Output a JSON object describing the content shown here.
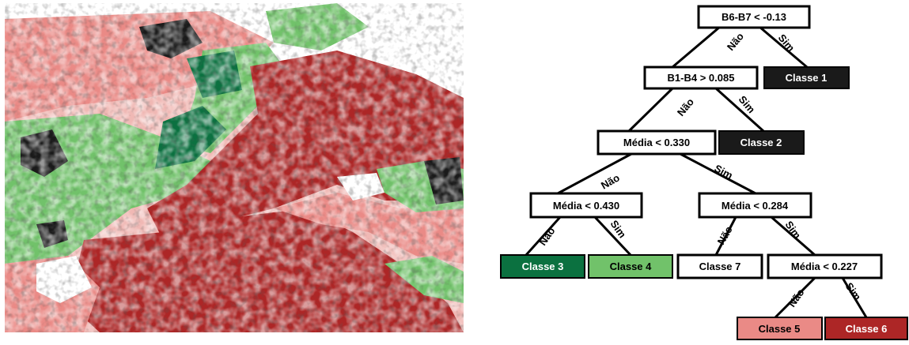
{
  "map": {
    "legend_classes": [
      {
        "class": "Classe 1",
        "color": "#1a1a1a"
      },
      {
        "class": "Classe 2",
        "color": "#1a1a1a"
      },
      {
        "class": "Classe 3",
        "color": "#0b7140"
      },
      {
        "class": "Classe 4",
        "color": "#71c26a"
      },
      {
        "class": "Classe 5",
        "color": "#ea8a86"
      },
      {
        "class": "Classe 6",
        "color": "#ad2626"
      },
      {
        "class": "Classe 7",
        "color": "#ffffff"
      }
    ]
  },
  "tree": {
    "nodes": {
      "n1": {
        "label": "B6-B7 < -0.13"
      },
      "n2": {
        "label": "B1-B4 > 0.085"
      },
      "n3": {
        "label": "Média < 0.330"
      },
      "n4": {
        "label": "Média < 0.430"
      },
      "n5": {
        "label": "Média < 0.284"
      },
      "n6": {
        "label": "Média < 0.227"
      }
    },
    "leaves": {
      "c1": {
        "label": "Classe 1",
        "fill": "#1a1a1a",
        "text_color": "#ffffff"
      },
      "c2": {
        "label": "Classe 2",
        "fill": "#1a1a1a",
        "text_color": "#ffffff"
      },
      "c3": {
        "label": "Classe 3",
        "fill": "#0b7140",
        "text_color": "#ffffff"
      },
      "c4": {
        "label": "Classe 4",
        "fill": "#71c26a",
        "text_color": "#000000"
      },
      "c7": {
        "label": "Classe 7",
        "fill": "#ffffff",
        "text_color": "#000000"
      },
      "c5": {
        "label": "Classe 5",
        "fill": "#ea8a86",
        "text_color": "#000000"
      },
      "c6": {
        "label": "Classe 6",
        "fill": "#ad2626",
        "text_color": "#ffffff"
      }
    },
    "branch_labels": {
      "no": "Não",
      "yes": "Sim"
    }
  }
}
